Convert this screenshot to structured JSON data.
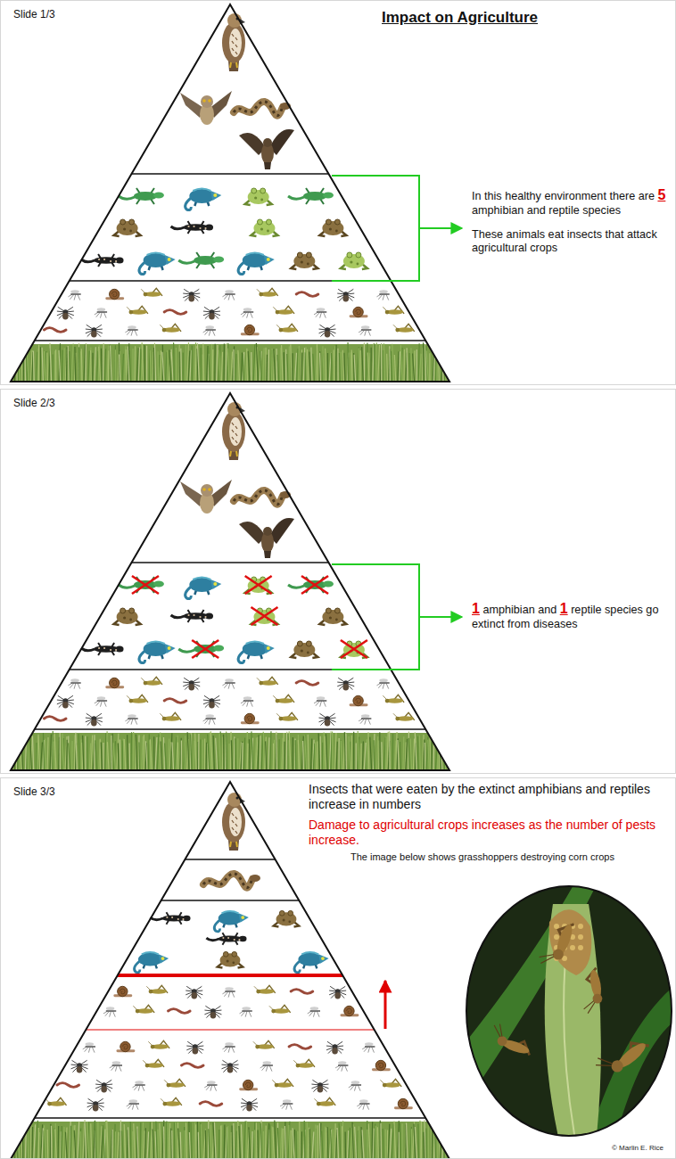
{
  "diagram": {
    "title": "Impact on Agriculture",
    "nodes": [
      {
        "text": [
          "Slide 1/3",
          "In this healthy environment there are 5 amphibian and reptile species",
          "These animals eat insects that attack agricultural crops"
        ]
      },
      {
        "text": [
          "Slide 2/3",
          "1 amphibian and 1 reptile species go extinct from diseases"
        ]
      },
      {
        "text": [
          "Slide 3/3",
          "Insects that were eaten by the extinct amphibians and reptiles increase in numbers",
          "Damage to agricultural crops increases as the number of pests increase.",
          "The image below shows grasshoppers destroying corn crops"
        ]
      }
    ],
    "labels": [
      "© Marlin E. Rice"
    ]
  }
}
